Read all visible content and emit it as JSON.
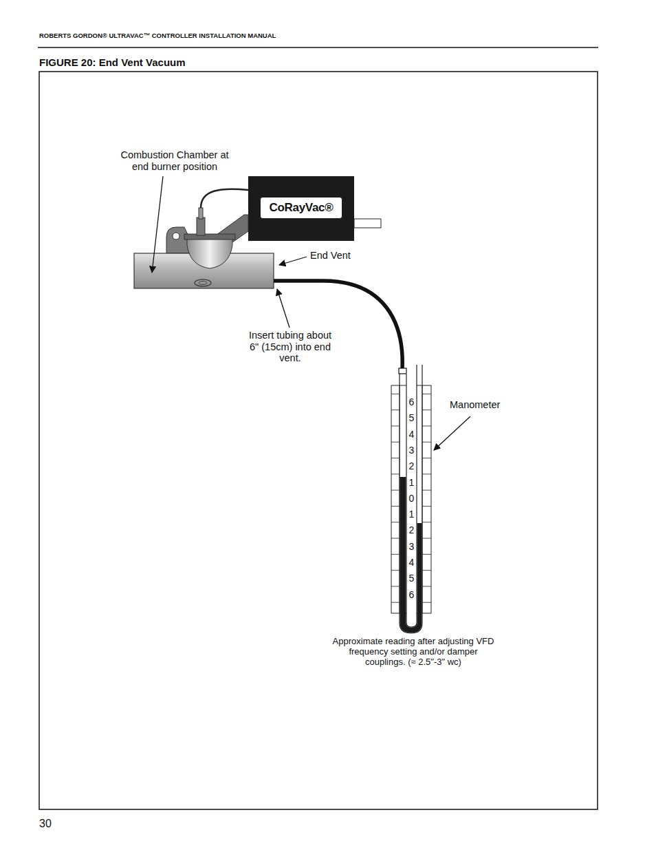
{
  "diagram": {
    "title": "FIGURE 20: End Vent Vacuum",
    "nodes": [
      {
        "text": [
          "CoRayVac®"
        ]
      }
    ],
    "labels": [
      "ROBERTS GORDON® ULTRAVAC™ CONTROLLER INSTALLATION MANUAL",
      "Combustion Chamber at end burner position",
      "End Vent",
      "Insert tubing about 6\" (15cm) into end vent.",
      "Manometer",
      "6",
      "5",
      "4",
      "3",
      "2",
      "1",
      "0",
      "1",
      "2",
      "3",
      "4",
      "5",
      "6",
      "Approximate reading after adjusting VFD frequency setting and/or damper couplings. (≈ 2.5\"-3\" wc)",
      "30"
    ]
  }
}
